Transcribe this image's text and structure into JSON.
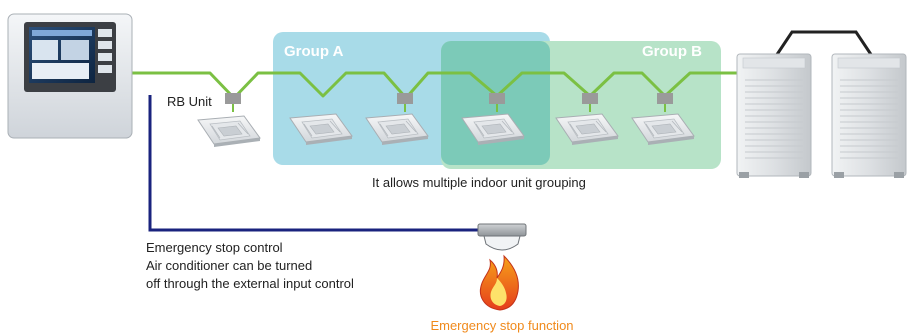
{
  "groups": [
    {
      "label": "Group A"
    },
    {
      "label": "Group B"
    }
  ],
  "labels": {
    "rb_unit": "RB Unit",
    "grouping": "It allows multiple indoor unit grouping",
    "emergency_line1": "Emergency stop control",
    "emergency_line2": "Air conditioner can be turned",
    "emergency_line3": "off through the external input control",
    "emergency_function": "Emergency stop function"
  },
  "colors": {
    "signal_line": "#7bc043",
    "control_line": "#1a237e",
    "group_a": "#a8dbe8",
    "group_b": "#b7e3c8",
    "overlap": "#7ccab8",
    "group_label": "#ffffff",
    "emergency_text": "#f08a1c",
    "rb_box": "#9a9a9a"
  },
  "icons": {
    "controller": "touch-panel-controller-icon",
    "indoor_unit": "ceiling-cassette-icon",
    "outdoor_unit": "outdoor-unit-icon",
    "sensor": "external-input-sensor-icon",
    "fire": "fire-icon"
  }
}
